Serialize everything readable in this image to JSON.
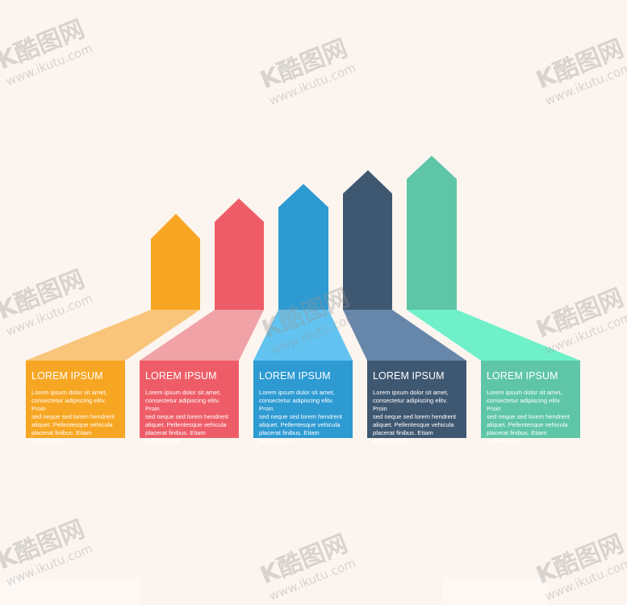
{
  "colors": {
    "background": "#fcf5ef",
    "text": "#ffffff"
  },
  "steps": [
    {
      "title": "LOREM IPSUM",
      "body": "Lorem ipsum dolor sit amet,\nconsectetur adipiscing elitv. Proin\nsed neque sed lorem hendrerit\naliquet. Pellentesque vehicula\nplacerat finibus. Etiam pellentesque",
      "colors": {
        "arrow": "#f7a623",
        "ribbon": "#f8c57a",
        "card": "#f7a623"
      }
    },
    {
      "title": "LOREM IPSUM",
      "body": "Lorem ipsum dolor sit amet,\nconsectetur adipiscing elitv. Proin\nsed neque sed lorem hendrerit\naliquet. Pellentesque vehicula\nplacerat finibus. Etiam pellentesque",
      "colors": {
        "arrow": "#ee5d67",
        "ribbon": "#f0a2a6",
        "card": "#ee5d67"
      }
    },
    {
      "title": "LOREM IPSUM",
      "body": "Lorem ipsum dolor sit amet,\nconsectetur adipiscing elitv. Proin\nsed neque sed lorem hendrerit\naliquet. Pellentesque vehicula\nplacerat finibus. Etiam pellentesque",
      "colors": {
        "arrow": "#2d9ad2",
        "ribbon": "#63c3f0",
        "card": "#2d9ad2"
      }
    },
    {
      "title": "LOREM IPSUM",
      "body": "Lorem ipsum dolor sit amet,\nconsectetur adipiscing elitv. Proin\nsed neque sed lorem hendrerit\naliquet. Pellentesque vehicula\nplacerat finibus. Etiam pellentesque",
      "colors": {
        "arrow": "#3f5872",
        "ribbon": "#6787aa",
        "card": "#3f5872"
      }
    },
    {
      "title": "LOREM IPSUM",
      "body": "Lorem ipsum dolor sit amet,\nconsectetur adipiscing elitv. Proin\nsed neque sed lorem hendrerit\naliquet. Pellentesque vehicula\nplacerat finibus. Etiam pellentesque",
      "colors": {
        "arrow": "#5ec6a7",
        "ribbon": "#6ff0c9",
        "card": "#5ec6a7"
      }
    }
  ],
  "watermark": {
    "logo": "K酷图网",
    "url": "www.ikutu.com"
  }
}
